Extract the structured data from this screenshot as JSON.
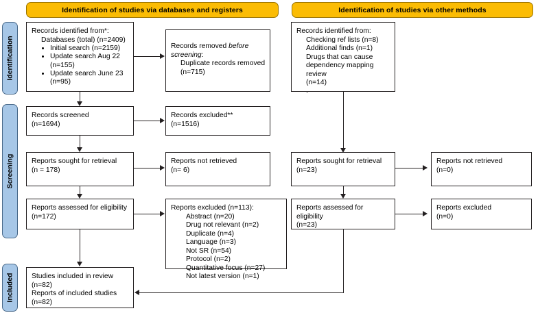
{
  "diagram": {
    "title": "PRISMA flow diagram",
    "colors": {
      "header_fill": "#FBBC04",
      "phase_fill": "#A7C7E7",
      "box_border": "#231f20",
      "background": "#ffffff"
    }
  },
  "headers": {
    "left": "Identification of studies via databases and registers",
    "right": "Identification of studies via other methods"
  },
  "phases": [
    {
      "id": "identification",
      "label": "Identification"
    },
    {
      "id": "screening",
      "label": "Screening"
    },
    {
      "id": "included",
      "label": "Included"
    }
  ],
  "boxes": {
    "records_identified": {
      "title": "Records identified from*:",
      "subtitle": "Databases (total) (n=2409)",
      "bullets": [
        "Initial search (n=2159)",
        "Update search Aug 22 (n=155)",
        "Update search June 23 (n=95)"
      ]
    },
    "records_removed": {
      "line1_a": "Records removed ",
      "line1_b": "before",
      "line2": "screening",
      "line2_tail": ":",
      "line3": "Duplicate records removed",
      "line4": "(n=715)"
    },
    "records_screened": {
      "line1": "Records screened",
      "line2": "(n=1694)"
    },
    "records_excluded": {
      "line1": "Records excluded**",
      "line2": "(n=1516)"
    },
    "reports_sought": {
      "line1": "Reports sought for retrieval",
      "line2": "(n = 178)"
    },
    "reports_not_retrieved": {
      "line1": "Reports not retrieved",
      "line2": "(n= 6)"
    },
    "reports_assessed": {
      "line1": "Reports assessed for eligibility",
      "line2": "(n=172)"
    },
    "reports_excluded_detail": {
      "title": "Reports excluded (n=113):",
      "reasons": [
        "Abstract (n=20)",
        "Drug not relevant (n=2)",
        "Duplicate (n=4)",
        "Language (n=3)",
        "Not SR (n=54)",
        "Protocol (n=2)",
        "Quantitative focus (n=27)",
        "Not latest version (n=1)"
      ]
    },
    "studies_included": {
      "line1": "Studies included in review",
      "line2": "(n=82)",
      "line3": "Reports of included studies",
      "line4": "(n=82)"
    },
    "other_identified": {
      "title": "Records identified from:",
      "items": [
        "Checking ref lists (n=8)",
        "Additional finds (n=1)",
        "Drugs that can cause",
        "dependency mapping review",
        "(n=14)",
        "."
      ]
    },
    "other_sought": {
      "line1": "Reports sought for retrieval",
      "line2": "(n=23)"
    },
    "other_not_retrieved": {
      "line1": "Reports not retrieved",
      "line2": "(n=0)"
    },
    "other_assessed": {
      "line1": "Reports assessed for eligibility",
      "line2": "(n=23)"
    },
    "other_excluded": {
      "line1": "Reports excluded",
      "line2": "(n=0)"
    }
  }
}
